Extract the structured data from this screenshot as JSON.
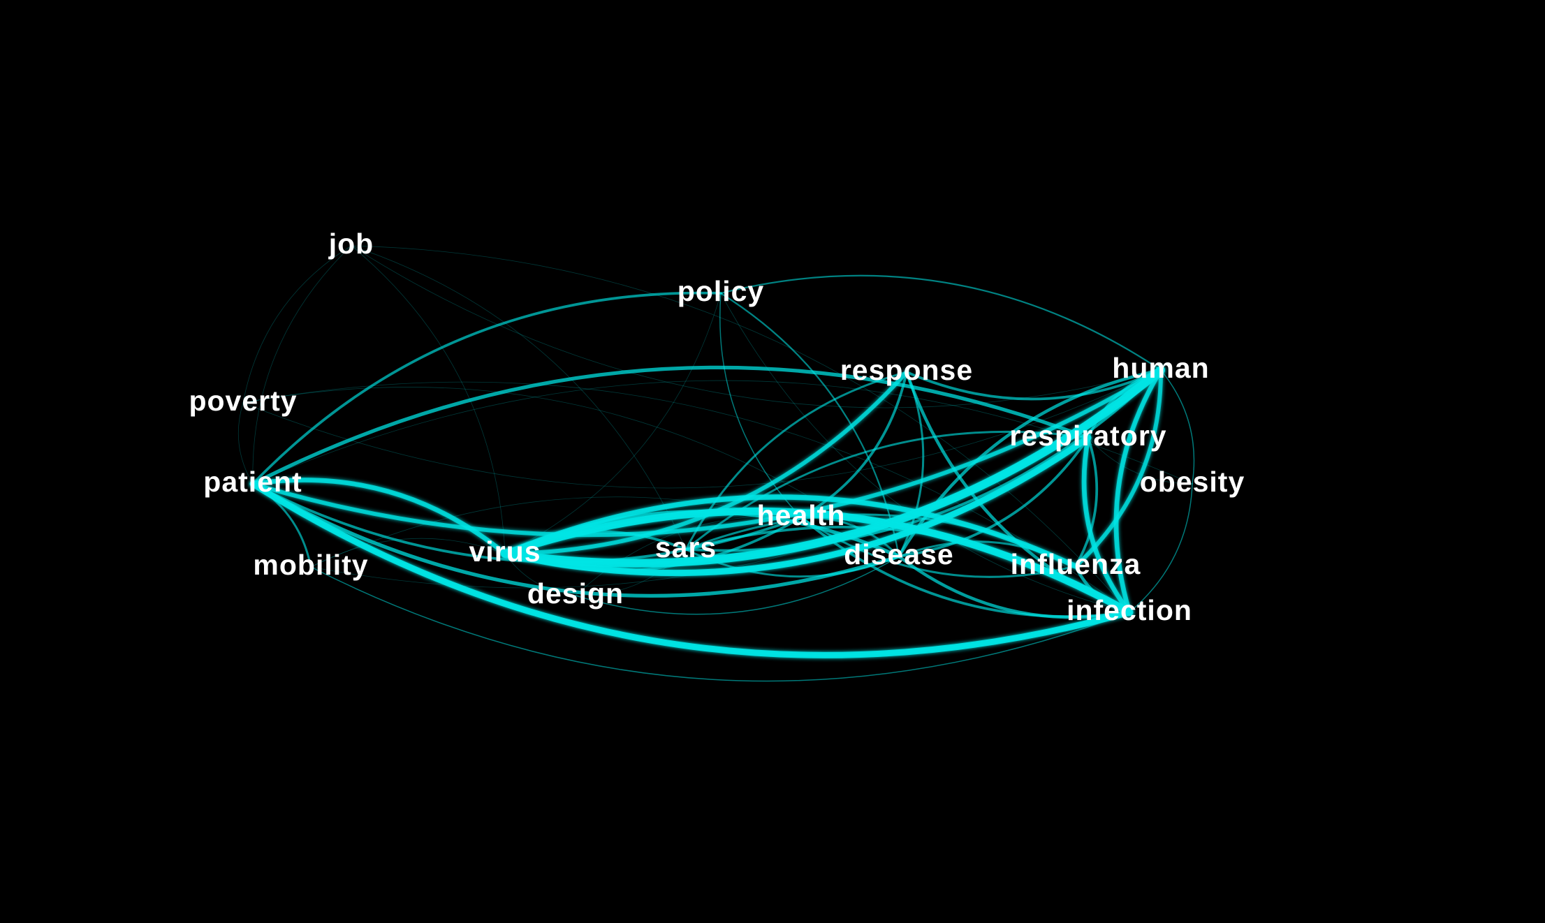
{
  "colors": {
    "background": "#000000",
    "edge": "#00e5e5",
    "edge_glow": "#66ffff",
    "label": "#ffffff"
  },
  "nodes": [
    {
      "id": "job",
      "label": "job"
    },
    {
      "id": "policy",
      "label": "policy"
    },
    {
      "id": "response",
      "label": "response"
    },
    {
      "id": "human",
      "label": "human"
    },
    {
      "id": "poverty",
      "label": "poverty"
    },
    {
      "id": "respiratory",
      "label": "respiratory"
    },
    {
      "id": "patient",
      "label": "patient"
    },
    {
      "id": "obesity",
      "label": "obesity"
    },
    {
      "id": "health",
      "label": "health"
    },
    {
      "id": "virus",
      "label": "virus"
    },
    {
      "id": "sars",
      "label": "sars"
    },
    {
      "id": "disease",
      "label": "disease"
    },
    {
      "id": "mobility",
      "label": "mobility"
    },
    {
      "id": "influenza",
      "label": "influenza"
    },
    {
      "id": "design",
      "label": "design"
    },
    {
      "id": "infection",
      "label": "infection"
    }
  ],
  "edges": [
    {
      "source": "virus",
      "target": "human",
      "weight": 16
    },
    {
      "source": "virus",
      "target": "infection",
      "weight": 14
    },
    {
      "source": "virus",
      "target": "respiratory",
      "weight": 12
    },
    {
      "source": "virus",
      "target": "influenza",
      "weight": 10
    },
    {
      "source": "virus",
      "target": "response",
      "weight": 8
    },
    {
      "source": "virus",
      "target": "disease",
      "weight": 7
    },
    {
      "source": "virus",
      "target": "health",
      "weight": 5
    },
    {
      "source": "virus",
      "target": "sars",
      "weight": 5
    },
    {
      "source": "patient",
      "target": "infection",
      "weight": 12
    },
    {
      "source": "patient",
      "target": "virus",
      "weight": 9
    },
    {
      "source": "patient",
      "target": "human",
      "weight": 8
    },
    {
      "source": "patient",
      "target": "respiratory",
      "weight": 7
    },
    {
      "source": "patient",
      "target": "disease",
      "weight": 7
    },
    {
      "source": "patient",
      "target": "policy",
      "weight": 5
    },
    {
      "source": "patient",
      "target": "health",
      "weight": 5
    },
    {
      "source": "patient",
      "target": "mobility",
      "weight": 4
    },
    {
      "source": "human",
      "target": "infection",
      "weight": 9
    },
    {
      "source": "human",
      "target": "influenza",
      "weight": 8
    },
    {
      "source": "human",
      "target": "disease",
      "weight": 6
    },
    {
      "source": "human",
      "target": "sars",
      "weight": 5
    },
    {
      "source": "human",
      "target": "respiratory",
      "weight": 5
    },
    {
      "source": "human",
      "target": "response",
      "weight": 5
    },
    {
      "source": "response",
      "target": "infection",
      "weight": 6
    },
    {
      "source": "response",
      "target": "health",
      "weight": 5
    },
    {
      "source": "response",
      "target": "sars",
      "weight": 4
    },
    {
      "source": "response",
      "target": "disease",
      "weight": 4
    },
    {
      "source": "respiratory",
      "target": "infection",
      "weight": 9
    },
    {
      "source": "respiratory",
      "target": "disease",
      "weight": 5
    },
    {
      "source": "respiratory",
      "target": "sars",
      "weight": 4
    },
    {
      "source": "respiratory",
      "target": "influenza",
      "weight": 5
    },
    {
      "source": "health",
      "target": "infection",
      "weight": 5
    },
    {
      "source": "health",
      "target": "disease",
      "weight": 4
    },
    {
      "source": "health",
      "target": "influenza",
      "weight": 4
    },
    {
      "source": "sars",
      "target": "infection",
      "weight": 5
    },
    {
      "source": "sars",
      "target": "disease",
      "weight": 4
    },
    {
      "source": "sars",
      "target": "influenza",
      "weight": 4
    },
    {
      "source": "disease",
      "target": "infection",
      "weight": 6
    },
    {
      "source": "disease",
      "target": "influenza",
      "weight": 4
    },
    {
      "source": "influenza",
      "target": "infection",
      "weight": 6
    },
    {
      "source": "policy",
      "target": "disease",
      "weight": 3
    },
    {
      "source": "policy",
      "target": "health",
      "weight": 2
    },
    {
      "source": "policy",
      "target": "human",
      "weight": 3
    },
    {
      "source": "obesity",
      "target": "human",
      "weight": 2
    },
    {
      "source": "obesity",
      "target": "infection",
      "weight": 2
    },
    {
      "source": "design",
      "target": "disease",
      "weight": 2
    },
    {
      "source": "design",
      "target": "virus",
      "weight": 1
    },
    {
      "source": "mobility",
      "target": "infection",
      "weight": 2
    },
    {
      "source": "mobility",
      "target": "virus",
      "weight": 1
    },
    {
      "source": "job",
      "target": "patient",
      "weight": 1
    },
    {
      "source": "job",
      "target": "virus",
      "weight": 1
    },
    {
      "source": "job",
      "target": "human",
      "weight": 1
    },
    {
      "source": "job",
      "target": "infection",
      "weight": 1
    },
    {
      "source": "job",
      "target": "poverty",
      "weight": 1
    },
    {
      "source": "job",
      "target": "sars",
      "weight": 1
    },
    {
      "source": "poverty",
      "target": "patient",
      "weight": 1
    },
    {
      "source": "poverty",
      "target": "infection",
      "weight": 1
    },
    {
      "source": "poverty",
      "target": "human",
      "weight": 1
    },
    {
      "source": "poverty",
      "target": "disease",
      "weight": 1
    },
    {
      "source": "obesity",
      "target": "patient",
      "weight": 1
    },
    {
      "source": "obesity",
      "target": "respiratory",
      "weight": 1
    },
    {
      "source": "design",
      "target": "sars",
      "weight": 1
    },
    {
      "source": "design",
      "target": "health",
      "weight": 1
    },
    {
      "source": "mobility",
      "target": "human",
      "weight": 1
    },
    {
      "source": "mobility",
      "target": "disease",
      "weight": 1
    },
    {
      "source": "policy",
      "target": "infection",
      "weight": 1
    },
    {
      "source": "policy",
      "target": "virus",
      "weight": 1
    }
  ]
}
